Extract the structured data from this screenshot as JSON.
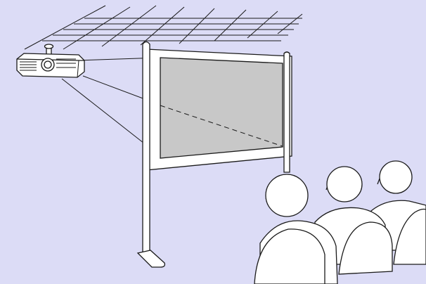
{
  "illustration": {
    "subject": "ceiling-mounted-projector-rear-projection-screen",
    "colors": {
      "background": "#dcdcf6",
      "screen_surface": "#c8c8c8",
      "outline": "#1a1a1a",
      "fill": "#ffffff"
    },
    "audience_count": 3,
    "ceiling_grid": true,
    "projection_path": "dashed"
  }
}
